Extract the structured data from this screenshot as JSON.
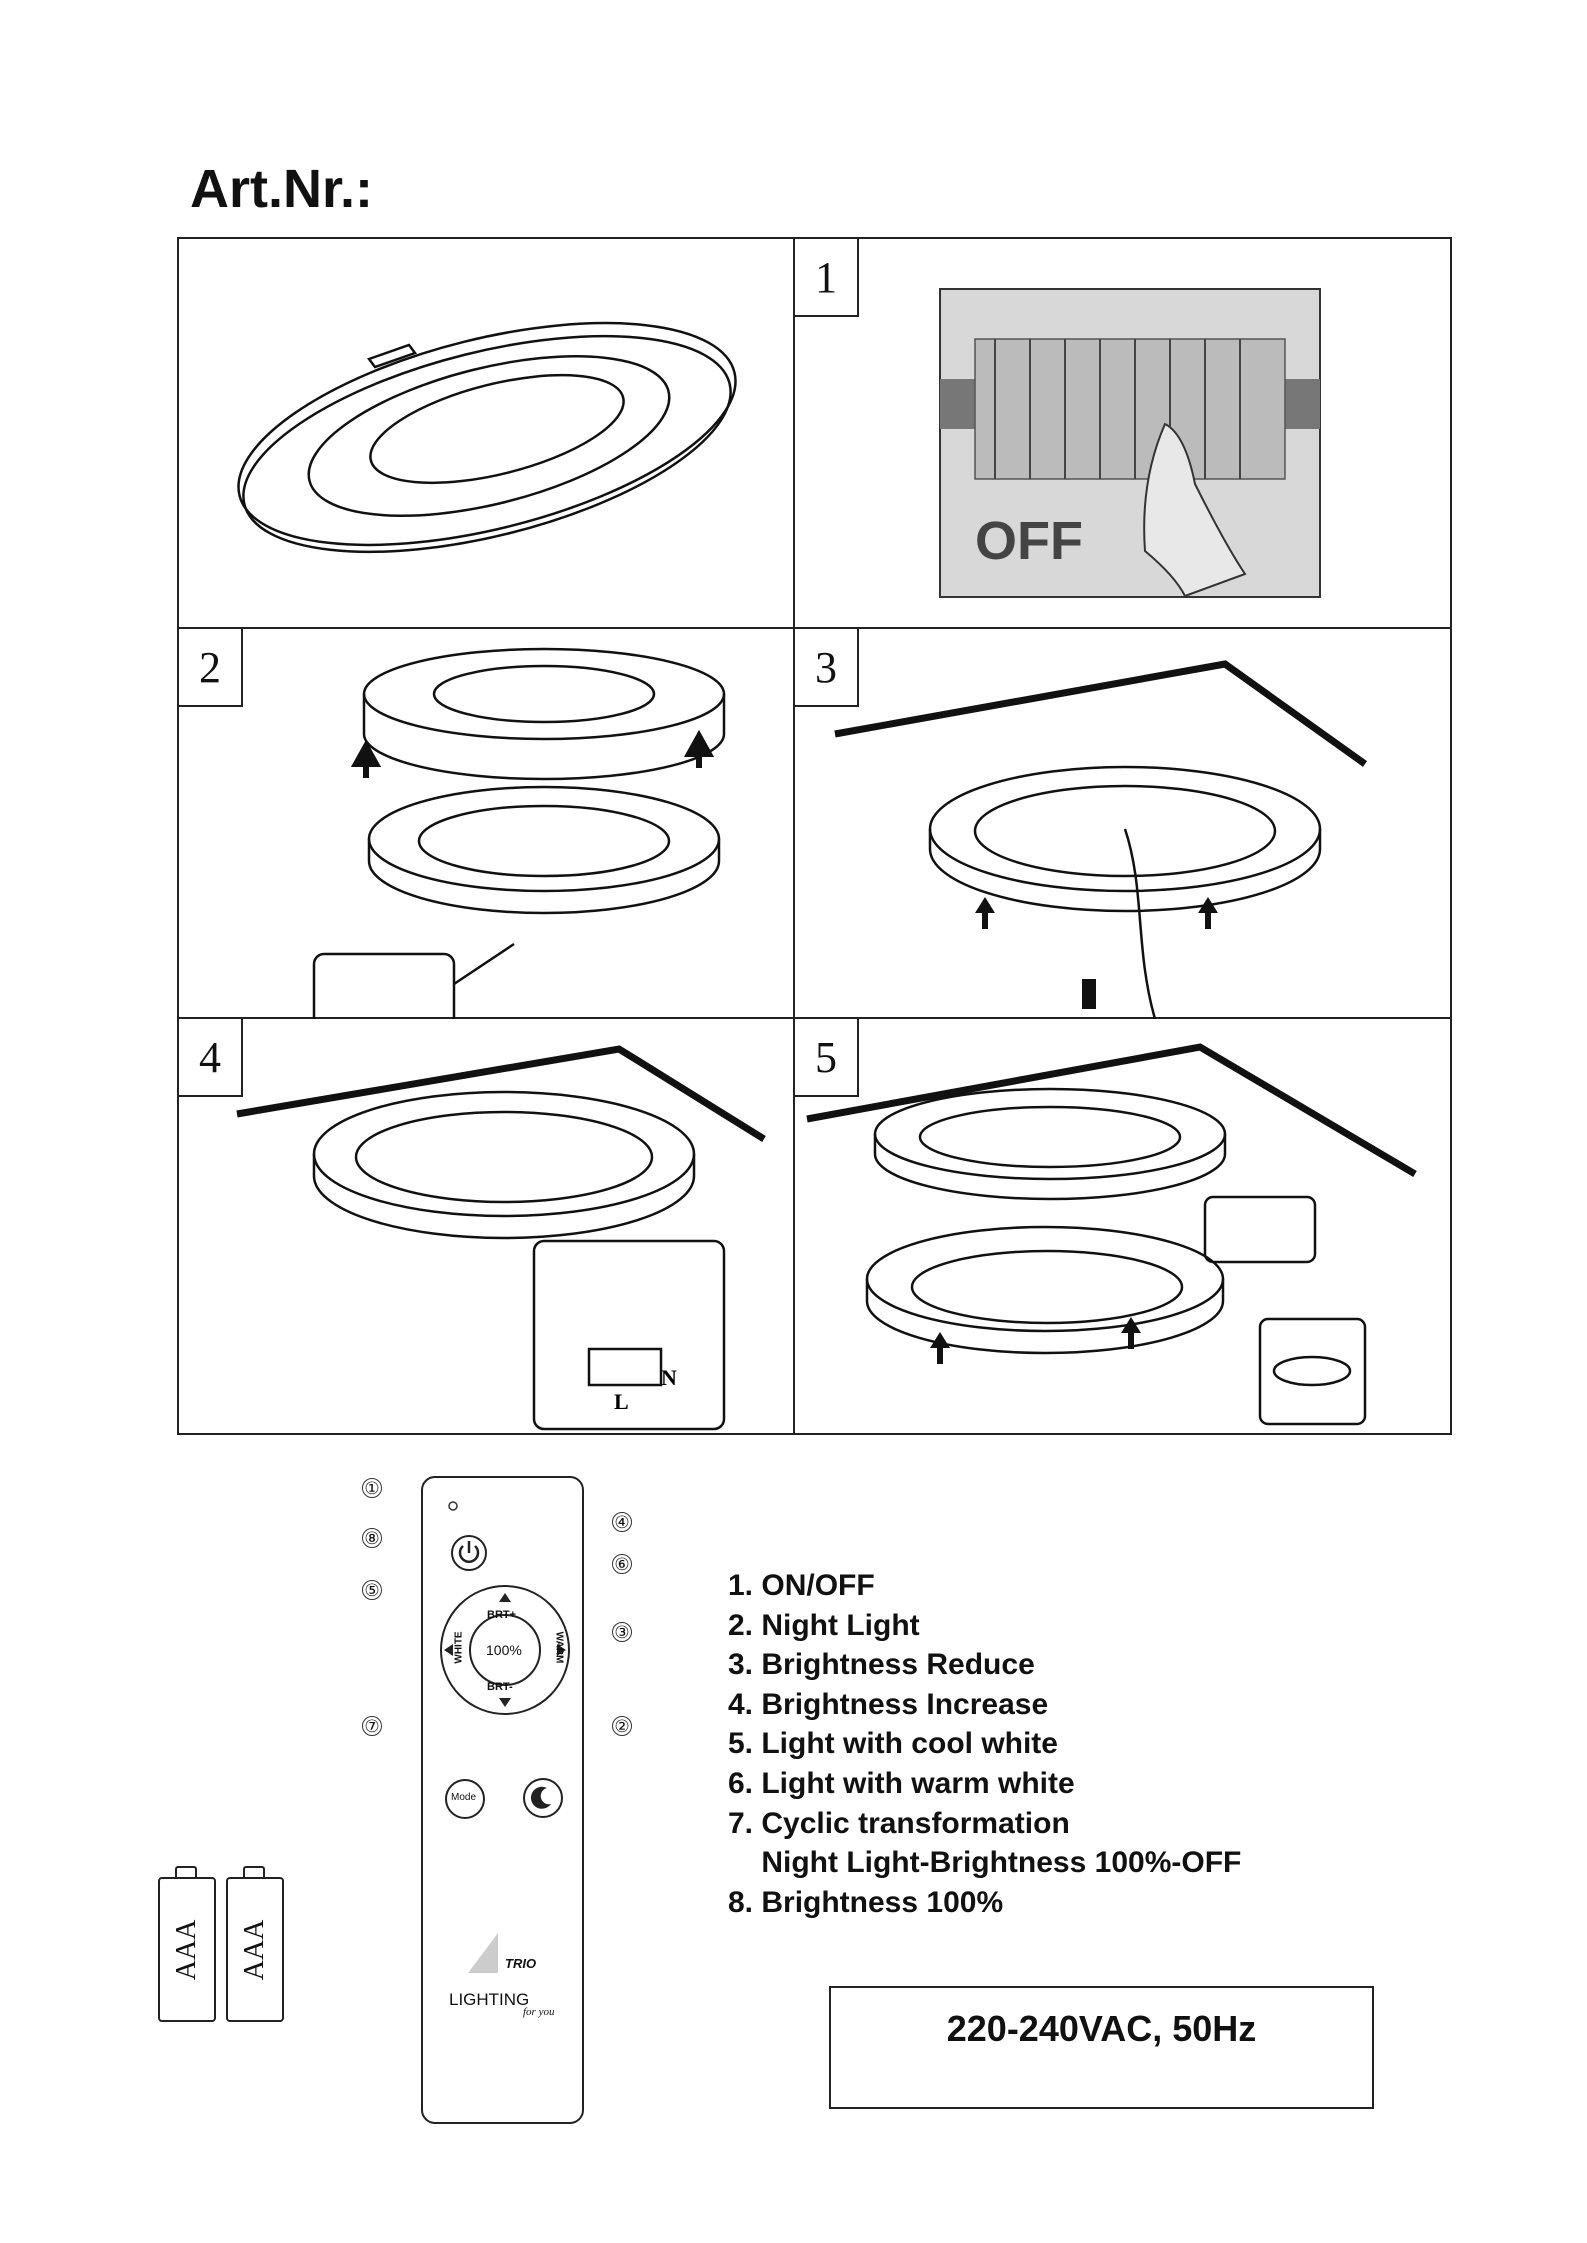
{
  "header": {
    "title": "Art.Nr.:"
  },
  "steps": [
    {
      "number": "1",
      "label": "OFF"
    },
    {
      "number": "2"
    },
    {
      "number": "3"
    },
    {
      "number": "4"
    },
    {
      "number": "5"
    }
  ],
  "wiring_labels": {
    "live": "L",
    "neutral": "N"
  },
  "remote": {
    "brand": "TRIO",
    "tagline": "LIGHTING",
    "tagline_sub": "for you",
    "center_label": "100%",
    "brt_plus": "BRT+",
    "brt_minus": "BRT-",
    "white": "WHITE",
    "warm": "WARM",
    "mode_label": "Mode",
    "callouts": [
      "①",
      "⑧",
      "⑤",
      "⑦",
      "④",
      "⑥",
      "③",
      "②"
    ]
  },
  "batteries": [
    "AAA",
    "AAA"
  ],
  "legend": [
    "1. ON/OFF",
    "2. Night Light",
    "3. Brightness Reduce",
    "4. Brightness Increase",
    "5. Light with cool white",
    "6. Light with warm white",
    "7. Cyclic transformation",
    "    Night Light-Brightness 100%-OFF",
    "8. Brightness 100%"
  ],
  "power_spec": "220-240VAC, 50Hz"
}
